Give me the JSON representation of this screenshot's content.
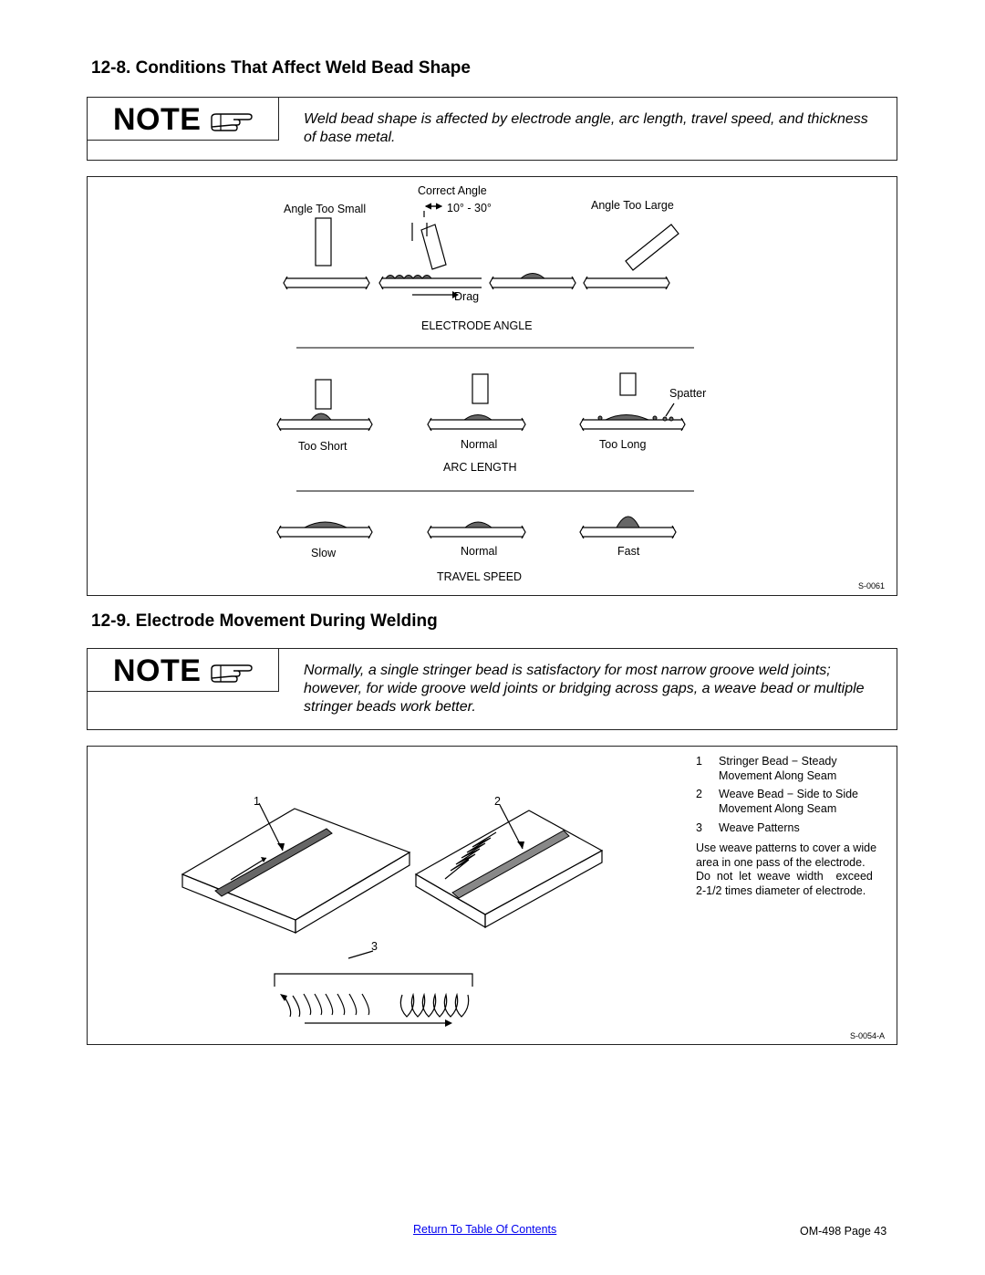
{
  "section1": {
    "heading": "12-8.  Conditions That Affect Weld Bead Shape",
    "note_word": "NOTE",
    "note_text": "Weld bead shape is affected by  electrode angle,  arc  length, travel speed, and thickness of base metal."
  },
  "figure1": {
    "correct_angle": "Correct Angle",
    "angle_range": "10° - 30°",
    "angle_too_small": "Angle Too Small",
    "angle_too_large": "Angle Too Large",
    "drag": "Drag",
    "electrode_angle": "ELECTRODE ANGLE",
    "spatter": "Spatter",
    "too_short": "Too Short",
    "normal_arc": "Normal",
    "too_long": "Too Long",
    "arc_length": "ARC LENGTH",
    "slow": "Slow",
    "normal_speed": "Normal",
    "fast": "Fast",
    "travel_speed": "TRAVEL SPEED",
    "code": "S-0061"
  },
  "section2": {
    "heading": "12-9.  Electrode Movement During Welding",
    "note_word": "NOTE",
    "note_text": "Normally, a single stringer bead is satisfactory for most narrow groove weld joints; however, for wide groove weld joints or bridging across gaps, a weave bead or multiple stringer beads work better."
  },
  "figure2": {
    "callout_1": "1",
    "callout_2": "2",
    "callout_3": "3",
    "legend": [
      {
        "num": "1",
        "text_l1": "Stringer Bead − Steady",
        "text_l2": "Movement Along Seam"
      },
      {
        "num": "2",
        "text_l1": "Weave Bead − Side to Side",
        "text_l2": "Movement Along Seam"
      },
      {
        "num": "3",
        "text_l1": "Weave Patterns",
        "text_l2": ""
      }
    ],
    "usage_l1": "Use weave patterns to cover a wide",
    "usage_l2": "area in one pass of the electrode.",
    "usage_l3": "Do  not  let  weave  width    exceed",
    "usage_l4": "2-1/2 times diameter of electrode.",
    "code": "S-0054-A"
  },
  "footer": {
    "link": "Return To Table Of Contents",
    "page": "OM-498 Page 43"
  }
}
